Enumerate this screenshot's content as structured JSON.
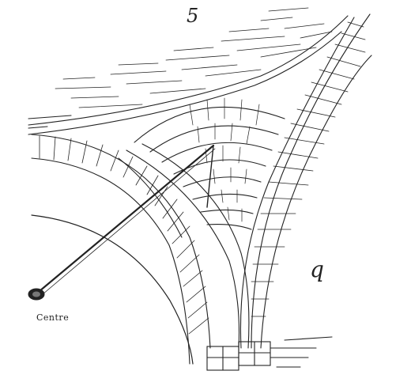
{
  "figure": {
    "number": "5",
    "centre_label": "Centre",
    "side_mark": "q"
  }
}
